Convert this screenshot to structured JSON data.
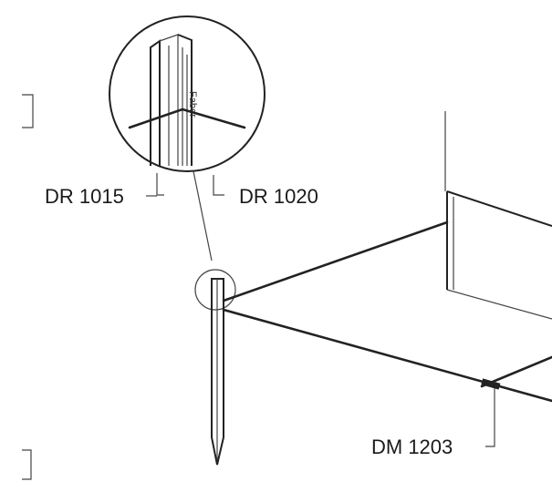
{
  "callouts": {
    "part_left": "DR 1015",
    "part_right": "DR 1020",
    "part_bottom": "DM 1203"
  },
  "detail": {
    "post_marking": "Faber"
  }
}
